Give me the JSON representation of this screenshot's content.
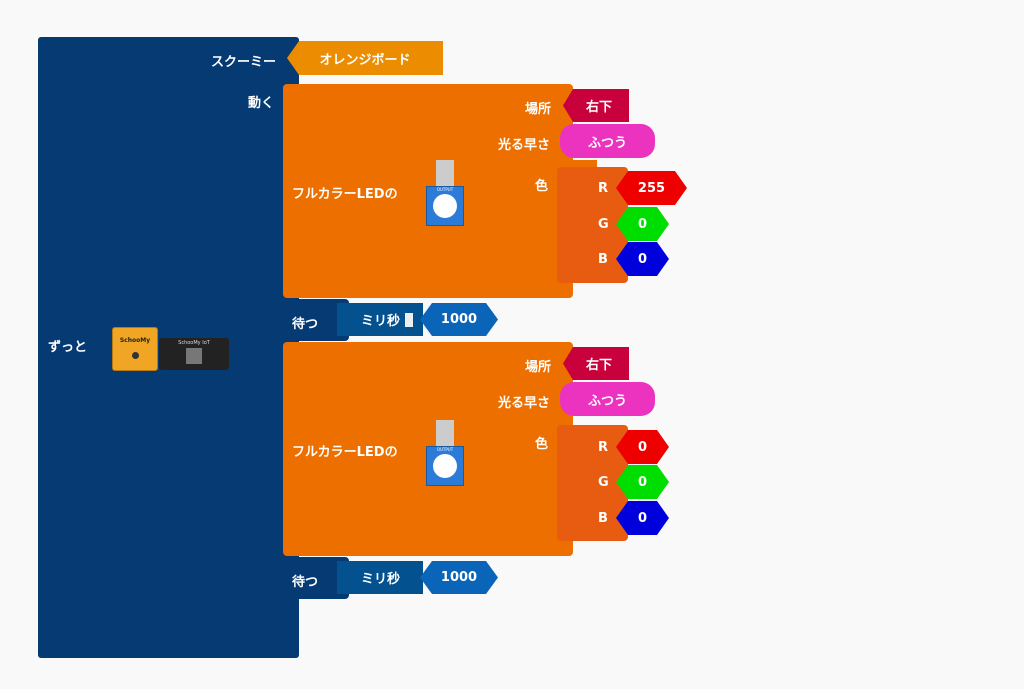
{
  "forever": {
    "label": "ずっと",
    "device_label": "SchooMy",
    "device2_label": "SchooMy IoT"
  },
  "scoomy": {
    "label": "スクーミー",
    "value": "オレンジボード"
  },
  "move_label": "動く",
  "led_blocks": [
    {
      "label": "フルカラーLEDの",
      "output_label": "OUTPUT",
      "place_label": "場所",
      "place_value": "右下",
      "speed_label": "光る早さ",
      "speed_value": "ふつう",
      "color_label": "色",
      "r_label": "R",
      "r": "255",
      "g_label": "G",
      "g": "0",
      "b_label": "B",
      "b": "0"
    },
    {
      "label": "フルカラーLEDの",
      "output_label": "OUTPUT",
      "place_label": "場所",
      "place_value": "右下",
      "speed_label": "光る早さ",
      "speed_value": "ふつう",
      "color_label": "色",
      "r_label": "R",
      "r": "0",
      "g_label": "G",
      "g": "0",
      "b_label": "B",
      "b": "0"
    }
  ],
  "waits": [
    {
      "label": "待つ",
      "unit": "ミリ秒",
      "value": "1000"
    },
    {
      "label": "待つ",
      "unit": "ミリ秒",
      "value": "1000"
    }
  ],
  "colors": {
    "forever": "#053a72",
    "led": "#ec6f00",
    "place": "#c8003c",
    "speed": "#ec33c0",
    "red": "#ee0000",
    "green": "#00dd00",
    "blue": "#0000dd",
    "number": "#0a65b8"
  }
}
